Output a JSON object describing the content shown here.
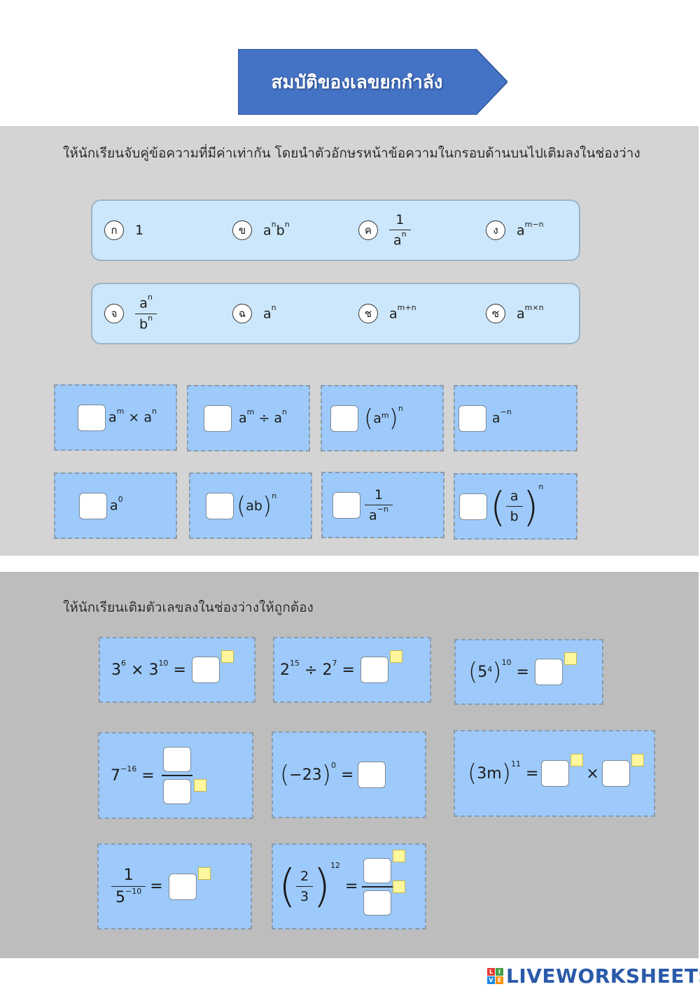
{
  "title": "สมบัติของเลขยกกำลัง",
  "section1": {
    "instruction": "ให้นักเรียนจับคู่ข้อความที่มีค่าเท่ากัน โดยนำตัวอักษรหน้าข้อความในกรอบด้านบนไปเติมลงในช่องว่าง",
    "options_row1": [
      {
        "letter": "ก",
        "expr": "1"
      },
      {
        "letter": "ข",
        "base1": "a",
        "exp1": "n",
        "base2": "b",
        "exp2": "n"
      },
      {
        "letter": "ค",
        "num": "1",
        "den_base": "a",
        "den_exp": "n"
      },
      {
        "letter": "ง",
        "base": "a",
        "exp": "m−n"
      }
    ],
    "options_row2": [
      {
        "letter": "จ",
        "num_base": "a",
        "num_exp": "n",
        "den_base": "b",
        "den_exp": "n"
      },
      {
        "letter": "ฉ",
        "base": "a",
        "exp": "n"
      },
      {
        "letter": "ช",
        "base": "a",
        "exp": "m+n"
      },
      {
        "letter": "ซ",
        "base": "a",
        "exp": "m×n"
      }
    ],
    "cards_row1": [
      {
        "text_a": "a",
        "exp_a": "m",
        "op": "×",
        "text_b": "a",
        "exp_b": "n"
      },
      {
        "text_a": "a",
        "exp_a": "m",
        "op": "÷",
        "text_b": "a",
        "exp_b": "n"
      },
      {
        "lp": "(",
        "base": "a",
        "exp_in": "m",
        "rp": ")",
        "exp_out": "n"
      },
      {
        "base": "a",
        "exp": "−n"
      }
    ],
    "cards_row2": [
      {
        "base": "a",
        "exp": "0"
      },
      {
        "lp": "(",
        "base": "ab",
        "rp": ")",
        "exp_out": "n"
      },
      {
        "num": "1",
        "den_base": "a",
        "den_exp": "−n"
      },
      {
        "lp": "(",
        "num": "a",
        "den": "b",
        "rp": ")",
        "exp_out": "n"
      }
    ]
  },
  "section2": {
    "instruction": "ให้นักเรียนเติมตัวเลขลงในช่องว่างให้ถูกต้อง",
    "q1": {
      "b1": "3",
      "e1": "6",
      "op": "×",
      "b2": "3",
      "e2": "10",
      "eq": "="
    },
    "q2": {
      "b1": "2",
      "e1": "15",
      "op": "÷",
      "b2": "2",
      "e2": "7",
      "eq": "="
    },
    "q3": {
      "lp": "(",
      "b": "5",
      "ein": "4",
      "rp": ")",
      "eout": "10",
      "eq": "="
    },
    "q4": {
      "b": "7",
      "e": "−16",
      "eq": "="
    },
    "q5": {
      "lp": "(",
      "b": "−23",
      "rp": ")",
      "e": "0",
      "eq": "="
    },
    "q6": {
      "lp": "(",
      "b": "3m",
      "rp": ")",
      "e": "11",
      "eq": "=",
      "op": "×"
    },
    "q7": {
      "num": "1",
      "den_b": "5",
      "den_e": "−10",
      "eq": "="
    },
    "q8": {
      "lp": "(",
      "num": "2",
      "den": "3",
      "rp": ")",
      "e": "12",
      "eq": "="
    }
  },
  "logo": {
    "mark": [
      "L",
      "I",
      "V",
      "E"
    ],
    "text": "LIVEWORKSHEETS"
  },
  "colors": {
    "banner": "#4472c4",
    "panel1": "#d4d4d4",
    "panel2": "#bdbdbd",
    "option_box": "#cce7fb",
    "card": "#9dcafa",
    "power_box": "#fff79e"
  }
}
